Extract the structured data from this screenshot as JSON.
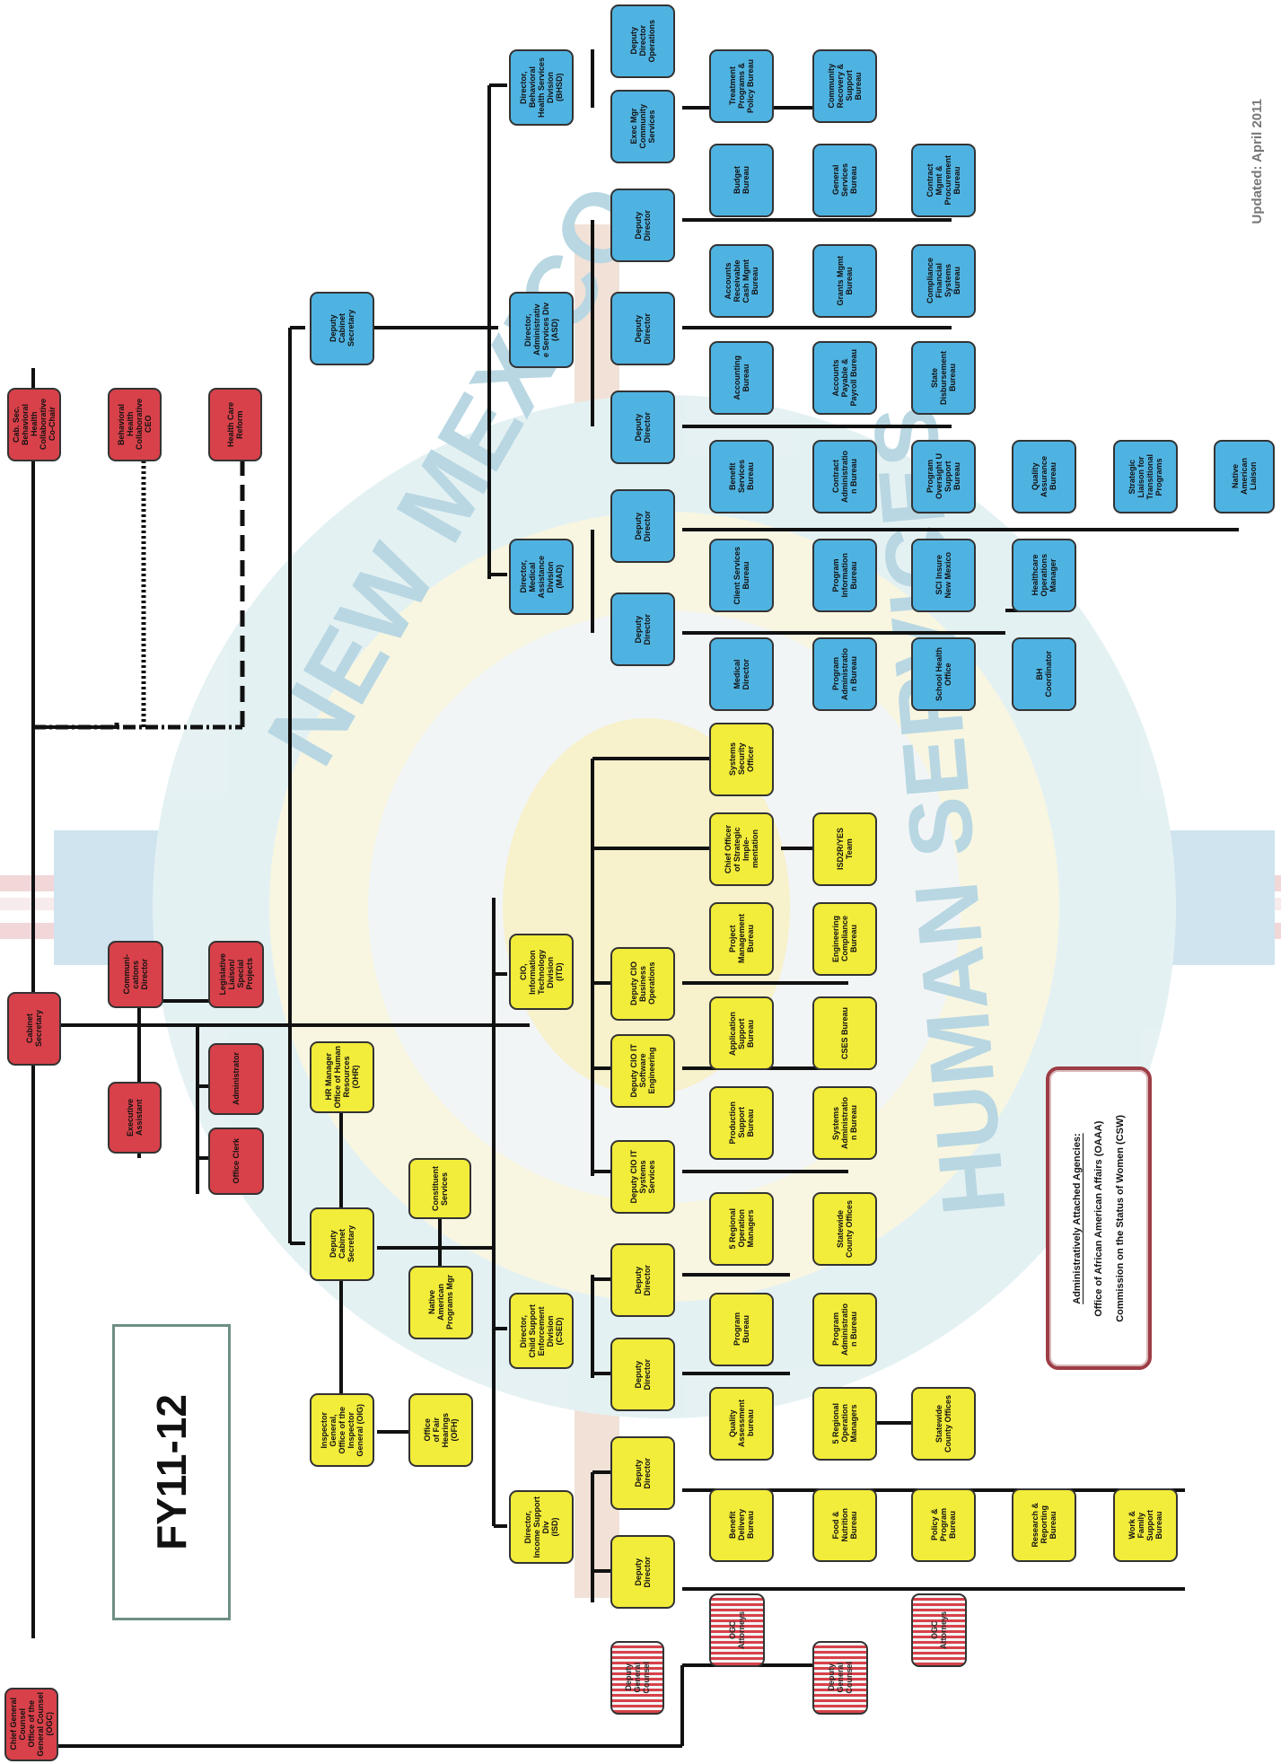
{
  "title": "FY11-12",
  "updated": "Updated: April 2011",
  "attached_agencies": {
    "heading": "Administratively Attached Agencies:",
    "items": [
      "Office of African American Affairs (OAAA)",
      "Commission on the Status of Women (CSW)"
    ]
  },
  "colors": {
    "executive": "#d8414a",
    "ops": "#f2ec3a",
    "programs": "#4fb3e2",
    "attached_border": "#9d3d45"
  },
  "executive": {
    "cab_sec_bh": "Cab. Sec.\nBehavioral\nHealth\nCollaborative\nCo-Chair",
    "bh_collab_ceo": "Behavioral\nHealth\nCollaborative\nCEO",
    "health_care_reform": "Health Care\nReform",
    "cabinet_secretary": "Cabinet\nSecretary",
    "communications_director": "Communi-\ncations\nDirector",
    "legislative_liaison": "Legislative\nLiaison/\nSpecial\nProjects",
    "administrator": "Administrator",
    "executive_assistant": "Executive\nAssistant",
    "office_clerk": "Office Clerk",
    "chief_general_counsel": "Chief General\nCounsel\nOffice of the\nGeneral Counsel\n(OGC)"
  },
  "legal": [
    "Deputy\nGeneral\nCounsel",
    "OGC\nAttorneys",
    "Deputy\nGeneral\nCounsel",
    "OGC\nAttorneys"
  ],
  "admin_ops": {
    "deputy_cabinet_secretary": "Deputy\nCabinet\nSecretary",
    "hr_manager": "HR Manager\nOffice of Human\nResources\n(OHR)",
    "constituent_services": "Constituent\nServices",
    "native_american_programs": "Native\nAmerican\nPrograms Mgr",
    "inspector_general": "Inspector\nGeneral,\nOffice of the\nInspector\nGeneral (OIG)",
    "office_fair_hearings": "Office\nof Fair\nHearings\n(OFH)"
  },
  "isd": {
    "director": "Director,\nIncome Support\nDiv\n(ISD)",
    "deputy_a": "Deputy\nDirector",
    "deputy_b": "Deputy\nDirector",
    "benefit_delivery": "Benefit\nDelivery\nBureau",
    "food_nutrition": "Food &\nNutrition\nBureau",
    "policy_program": "Policy &\nProgram\nBureau",
    "research_reporting": "Research &\nReporting\nBureau",
    "work_family_support": "Work &\nFamily\nSupport\nBureau",
    "quality_assessment": "Quality\nAssessment\nbureau",
    "regional_ops": "5 Regional\nOperation\nManagers",
    "statewide_county": "Statewide\nCounty Offices"
  },
  "csed": {
    "director": "Director,\nChild Support\nEnforcement\nDivision\n(CSED)",
    "deputy_a": "Deputy\nDirector",
    "deputy_b": "Deputy\nDirector",
    "program_bureau": "Program\nBureau",
    "program_admin": "Program\nAdministratio\nn Bureau",
    "regional_ops": "5 Regional\nOperation\nManagers",
    "statewide_county": "Statewide\nCounty Offices"
  },
  "itd": {
    "director": "CIO,\nInformation\nTechnology\nDivision\n(ITD)",
    "deputy_systems_services": "Deputy CIO IT\nSystems\nServices",
    "deputy_software_eng": "Deputy CIO IT\nSoftware\nEngineering",
    "deputy_business_ops": "Deputy CIO\nBusiness\nOperations",
    "chief_officer_strategic": "Chief Officer\nof Strategic\nImple-\nmentation",
    "systems_security": "Systems\nSecurity\nOfficer",
    "production_support": "Production\nSupport\nBureau",
    "systems_admin": "Systems\nAdministratio\nn Bureau",
    "application_support": "Application\nSupport\nBureau",
    "cses_bureau": "CSES Bureau",
    "project_management": "Project\nManagement\nBureau",
    "engineering_compliance": "Engineering\nCompliance\nBureau",
    "isd2r_yes": "ISD2R/YES\nTeam"
  },
  "programs": {
    "deputy_cabinet_secretary": "Deputy\nCabinet\nSecretary",
    "mad_director": "Director,\nMedical\nAssistance\nDivision\n(MAD)",
    "asd_director": "Director,\nAdministrativ\ne Services Div\n(ASD)",
    "bhsd_director": "Director,\nBehavioral\nHealth Services\nDivision\n(BHSD)"
  },
  "mad": {
    "deputy_a": "Deputy\nDirector",
    "deputy_b": "Deputy\nDirector",
    "medical_director": "Medical\nDirector",
    "program_admin": "Program\nAdministratio\nn Bureau",
    "school_health": "School Health\nOffice",
    "bh_coordinator": "BH\nCoordinator",
    "client_services": "Client Services\nBureau",
    "program_information": "Program\nInformation\nBureau",
    "sci_insure": "SCI Insure\nNew Mexico",
    "healthcare_ops": "Healthcare\nOperations\nManager",
    "benefit_services": "Benefit\nServices\nBureau",
    "contract_admin": "Contract\nAdministratio\nn Bureau",
    "program_oversight": "Program\nOversight U\nSupport\nBureau",
    "quality_assurance": "Quality\nAssurance\nBureau",
    "strategic_liaison": "Strategic\nLiaison for\nTransitional\nPrograms",
    "native_american_liaison": "Native\nAmerican\nLiaison"
  },
  "asd": {
    "deputy_a": "Deputy\nDirector",
    "deputy_b": "Deputy\nDirector",
    "deputy_c": "Deputy\nDirector",
    "accounting": "Accounting\nBureau",
    "accounts_payable": "Accounts\nPayable &\nPayroll Bureau",
    "state_disbursement": "State\nDisbursement\nBureau",
    "accounts_receivable": "Accounts\nReceivable\nCash Mgmt\nBureau",
    "grants_mgmt": "Grants Mgmt\nBureau",
    "compliance_financial": "Compliance\nFinancial\nSystems\nBureau",
    "budget": "Budget\nBureau",
    "general_services": "General\nServices\nBureau",
    "contract_procurement": "Contract\nMgmt &\nProcurement\nBureau"
  },
  "bhsd": {
    "exec_mgr": "Exec Mgr\nCommunity\nServices",
    "deputy_ops": "Deputy\nDirector\nOperations",
    "treatment_programs": "Treatment\nPrograms &\nPolicy Bureau",
    "community_recovery": "Community\nRecovery &\nSupport\nBureau"
  },
  "emblem_text": {
    "arc_top": "NEW MEXICO",
    "arc_bottom": "HUMAN SERVICES"
  }
}
